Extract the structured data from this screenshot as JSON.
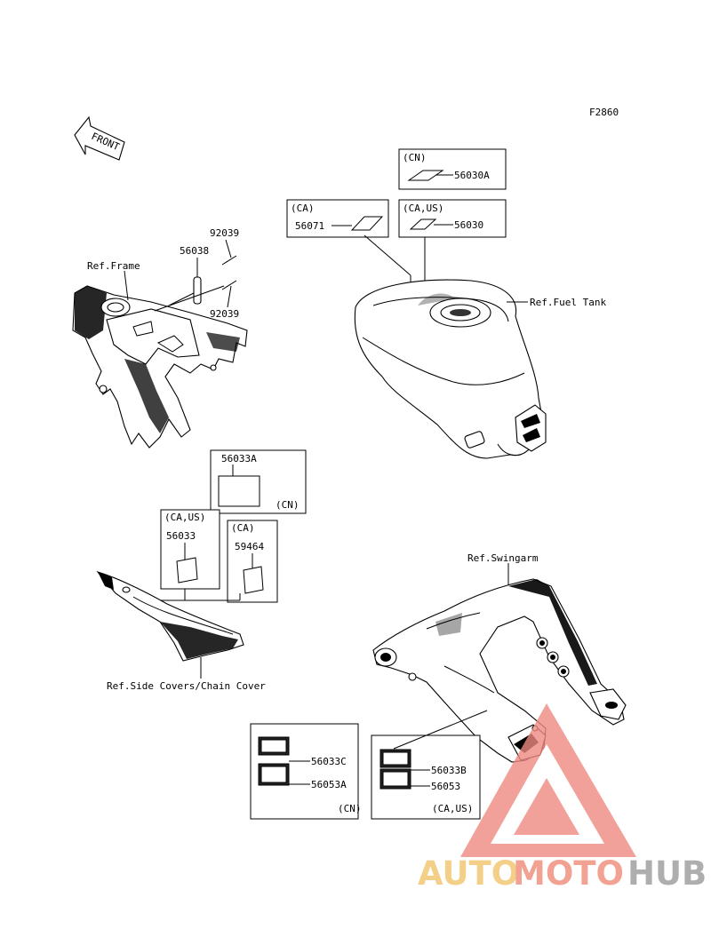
{
  "figure_code": "F2860",
  "front_arrow": "FRONT",
  "frame": {
    "ref": "Ref.Frame",
    "parts": {
      "a": "92039",
      "b": "56038",
      "c": "92039"
    }
  },
  "fuel_tank": {
    "ref": "Ref.Fuel Tank",
    "box_cn": {
      "region": "(CN)",
      "part": "56030A"
    },
    "box_ca": {
      "region": "(CA)",
      "part": "56071"
    },
    "box_ca_us": {
      "region": "(CA,US)",
      "part": "56030"
    }
  },
  "side_covers": {
    "ref": "Ref.Side Covers/Chain Cover",
    "box_cn": {
      "part": "56033A",
      "region": "(CN)"
    },
    "box_ca_us": {
      "region": "(CA,US)",
      "part": "56033"
    },
    "box_ca": {
      "region": "(CA)",
      "part": "59464"
    }
  },
  "swingarm": {
    "ref": "Ref.Swingarm",
    "box_cn": {
      "part1": "56033C",
      "part2": "56053A",
      "region": "(CN)"
    },
    "box_ca_us": {
      "part1": "56033B",
      "part2": "56053",
      "region": "(CA,US)"
    }
  },
  "watermark": {
    "part1": "AUTO",
    "part2": "MOTO",
    "part3": "HUB",
    "colors": {
      "part1": "#f2c46b",
      "part2": "#ef8c78",
      "part3": "#9b9b9b",
      "logo": "#ee8a80"
    }
  }
}
